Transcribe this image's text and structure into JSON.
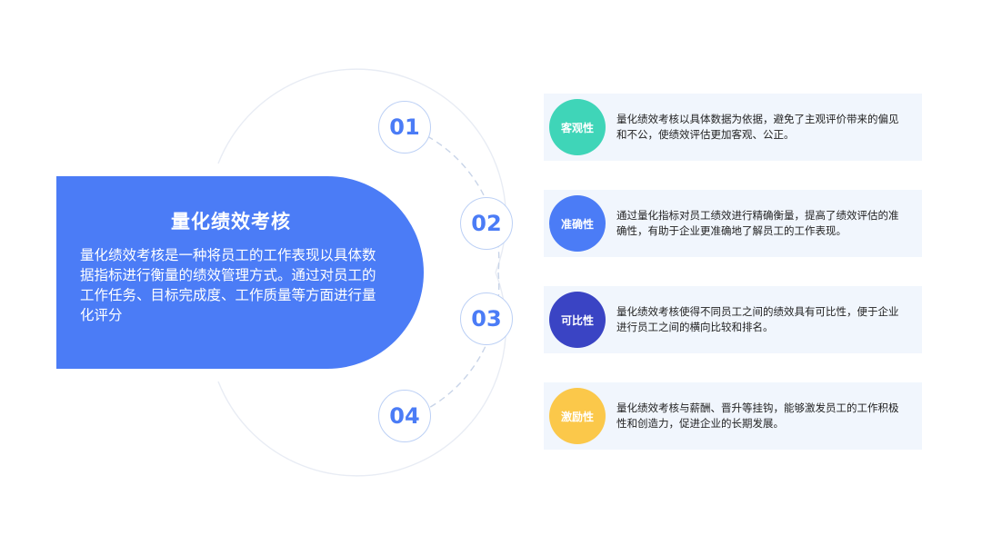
{
  "main": {
    "title": "量化绩效考核",
    "text": "量化绩效考核是一种将员工的工作表现以具体数据指标进行衡量的绩效管理方式。通过对员工的工作任务、目标完成度、工作质量等方面进行量化评分"
  },
  "steps": [
    {
      "num": "01",
      "badge": "客观性",
      "color": "#3fd5b8",
      "text": "量化绩效考核以具体数据为依据，避免了主观评价带来的偏见和不公，使绩效评估更加客观、公正。"
    },
    {
      "num": "02",
      "badge": "准确性",
      "color": "#4b7cf6",
      "text": "通过量化指标对员工绩效进行精确衡量，提高了绩效评估的准确性，有助于企业更准确地了解员工的工作表现。"
    },
    {
      "num": "03",
      "badge": "可比性",
      "color": "#3a44c4",
      "text": "量化绩效考核使得不同员工之间的绩效具有可比性，便于企业进行员工之间的横向比较和排名。"
    },
    {
      "num": "04",
      "badge": "激励性",
      "color": "#fbc84a",
      "text": "量化绩效考核与薪酬、晋升等挂钩，能够激发员工的工作积极性和创造力，促进企业的长期发展。"
    }
  ]
}
